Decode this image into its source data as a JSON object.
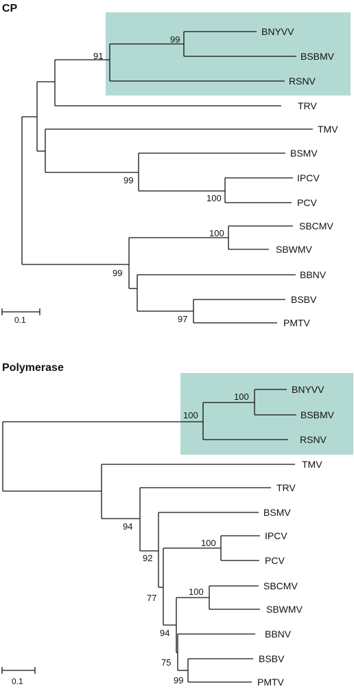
{
  "panels": [
    {
      "title": "CP",
      "highlight_color": "#b3d9d3",
      "taxa": [
        "BNYVV",
        "BSBMV",
        "RSNV",
        "TRV",
        "TMV",
        "BSMV",
        "IPCV",
        "PCV",
        "SBCMV",
        "SBWMV",
        "BBNV",
        "BSBV",
        "PMTV"
      ],
      "highlighted_taxa": [
        "BNYVV",
        "BSBMV",
        "RSNV"
      ],
      "bootstrap_values": [
        "99",
        "91",
        "99",
        "100",
        "100",
        "99",
        "97"
      ],
      "scale_bar_label": "0.1"
    },
    {
      "title": "Polymerase",
      "highlight_color": "#b3d9d3",
      "taxa": [
        "BNYVV",
        "BSBMV",
        "RSNV",
        "TMV",
        "TRV",
        "BSMV",
        "IPCV",
        "PCV",
        "SBCMV",
        "SBWMV",
        "BBNV",
        "BSBV",
        "PMTV"
      ],
      "highlighted_taxa": [
        "BNYVV",
        "BSBMV",
        "RSNV"
      ],
      "bootstrap_values": [
        "100",
        "100",
        "94",
        "92",
        "100",
        "77",
        "100",
        "94",
        "75",
        "99"
      ],
      "scale_bar_label": "0.1"
    }
  ]
}
